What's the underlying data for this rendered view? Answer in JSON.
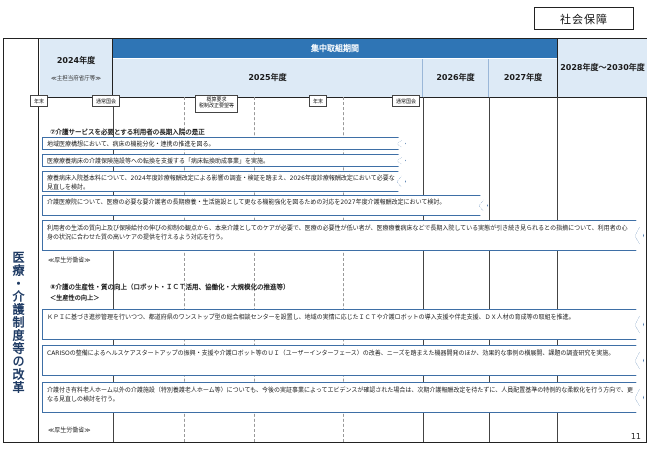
{
  "category_label": "社会保障",
  "side_title": "医療・介護制度等の改革",
  "header": {
    "col_2024": {
      "year": "2024年度",
      "sub": "≪主担当府省庁等≫"
    },
    "band": "集中取組期間",
    "col_2025": "2025年度",
    "col_2026": "2026年度",
    "col_2027": "2027年度",
    "col_later": "2028年度～2030年度"
  },
  "milestones": {
    "m1": "年末",
    "m2": "通常国会",
    "m3_line1": "概算要求",
    "m3_line2": "税制改正要望等",
    "m4": "年末",
    "m5": "通常国会"
  },
  "section7": {
    "title": "⑦介護サービスを必要とする利用者の長期入院の是正",
    "items": [
      "地域医療構想において、病床の機能分化・連携の推進を図る。",
      "医療療養病床の介護保険施設等への転換を支援する「病床転換助成事業」を実施。",
      "療養病床入院基本料について、2024年度診療報酬改定による影響の調査・検証を踏まえ、2026年度診療報酬改定において必要な見直しを検討。",
      "介護医療院について、医療の必要な要介護者の長期療養・生活施設として更なる機能強化を図るための対応を2027年度介護報酬改定において検討。",
      "利用者の生活の質向上及び保険給付の伸びの抑制の観点から、本来介護としてのケアが必要で、医療の必要性が低い者が、医療療養病床などで長期入院している実態が引き続き見られるとの指摘について、利用者の心身の状況に合わせた質の高いケアの提供を行えるよう対応を行う。"
    ],
    "source": "≪厚生労働省≫"
  },
  "section8": {
    "title": "⑧介護の生産性・質の向上（ロボット・ＩＣＴ活用、協働化・大規模化の推進等）",
    "subtitle": "＜生産性の向上＞",
    "items": [
      "ＫＰＩに基づき進捗管理を行いつつ、都道府県のワンストップ型の総合相談センターを設置し、地域の実情に応じたＩＣＴや介護ロボットの導入支援や伴走支援、ＤＸ人材の育成等の取組を推進。",
      "CARISOの整備によるヘルスケアスタートアップの振興・支援や介護ロボット等のＵＩ（ユーザーインターフェース）の改善、ニーズを踏まえた機器開発のほか、効果的な事例の横展開、課題の調査研究を実施。",
      "介護付き有料老人ホーム以外の介護施設（特別養護老人ホーム等）についても、今後の実証事業によってエビデンスが確認された場合は、次期介護報酬改定を待たずに、人員配置基準の特例的な柔軟化を行う方向で、更なる見直しの検討を行う。"
    ],
    "source": "≪厚生労働省≫"
  },
  "page_number": "11"
}
